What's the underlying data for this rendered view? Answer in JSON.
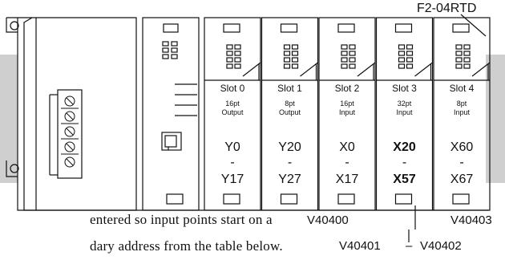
{
  "module_label": "F2-04RTD",
  "slots": [
    {
      "name": "Slot 0",
      "desc": "16pt\nOutput",
      "start": "Y0",
      "end": "Y17",
      "bold": false
    },
    {
      "name": "Slot 1",
      "desc": "8pt\nOutput",
      "start": "Y20",
      "end": "Y27",
      "bold": false
    },
    {
      "name": "Slot 2",
      "desc": "16pt\nInput",
      "start": "X0",
      "end": "X17",
      "bold": false
    },
    {
      "name": "Slot 3",
      "desc": "32pt\nInput",
      "start": "X20",
      "end": "X57",
      "bold": true
    },
    {
      "name": "Slot 4",
      "desc": "8pt\nInput",
      "start": "X60",
      "end": "X67",
      "bold": false
    }
  ],
  "range_dash": "-",
  "v_addresses": {
    "first": "V40400",
    "last": "V40403",
    "middle_left": "V40401",
    "middle_sep": "–",
    "middle_right": "V40402"
  },
  "caption_lines": [
    "entered so input points start on a",
    "dary address from the table below."
  ],
  "colors": {
    "line": "#111111",
    "panel_gray": "#cfcfcf",
    "bg": "#ffffff"
  }
}
